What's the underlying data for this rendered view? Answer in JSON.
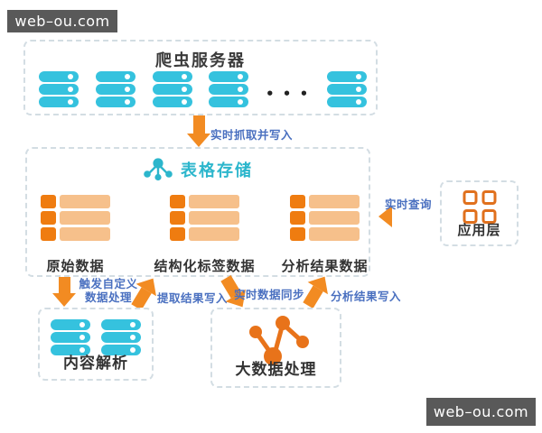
{
  "watermark": {
    "top": "web–ou.com",
    "bottom": "web–ou.com"
  },
  "colors": {
    "server_cyan": "#35c2de",
    "storage_teal": "#2cb6cc",
    "arrow_orange": "#f28b22",
    "table_dark_orange": "#ef7c10",
    "table_light_orange": "#f6c08b",
    "flow_label_blue": "#4a70c0",
    "watermark_bg": "#595959",
    "box_border": "#d3dde3"
  },
  "icons": {
    "server_stack": "cyan-server-bars-with-led-dot",
    "storage_network": "teal-hub-with-three-nodes",
    "app_grid": "orange-2x2-rounded-squares",
    "bigdata_graph": "orange-zigzag-connected-circles",
    "ellipsis": "three-dots"
  },
  "crawler": {
    "title": "爬虫服务器",
    "ellipsis": "• • •"
  },
  "storage": {
    "title": "表格存储",
    "stack1_label": "原始数据",
    "stack2_label": "结构化标签数据",
    "stack3_label": "分析结果数据"
  },
  "app": {
    "label": "应用层"
  },
  "parse": {
    "label": "内容解析"
  },
  "bigdata": {
    "label": "大数据处理"
  },
  "flows": {
    "crawl_write": "实时抓取并写入",
    "realtime_query": "实时查询",
    "trigger_line1": "触发自定义",
    "trigger_line2": "数据处理",
    "extract_write": "提取结果写入",
    "data_sync": "实时数据同步",
    "analysis_write": "分析结果写入"
  }
}
